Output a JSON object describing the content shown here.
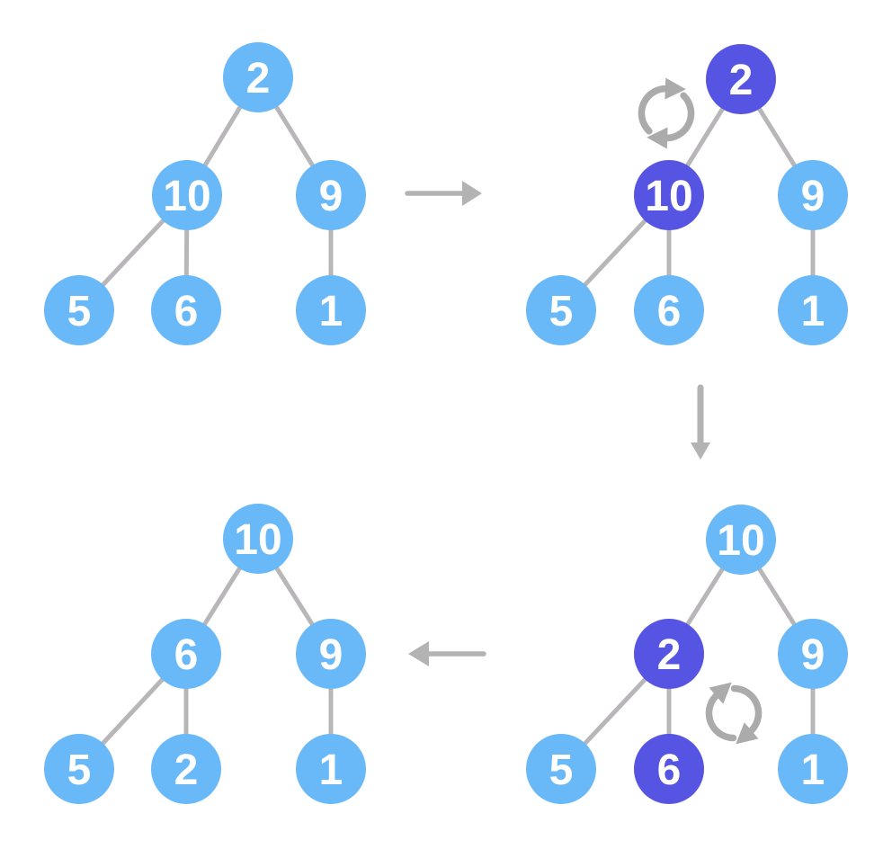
{
  "colors": {
    "node_default": "#69b8f8",
    "node_highlight": "#5554e3",
    "node_text": "#ffffff",
    "edge": "#b8b6b8",
    "flow_arrow": "#b3b3b3",
    "swap_icon": "#ababab"
  },
  "trees": [
    {
      "step": 1,
      "position": "top-left",
      "nodes": [
        {
          "value": "2",
          "highlighted": false
        },
        {
          "value": "10",
          "highlighted": false
        },
        {
          "value": "9",
          "highlighted": false
        },
        {
          "value": "5",
          "highlighted": false
        },
        {
          "value": "6",
          "highlighted": false
        },
        {
          "value": "1",
          "highlighted": false
        }
      ]
    },
    {
      "step": 2,
      "position": "top-right",
      "swap": [
        "2",
        "10"
      ],
      "nodes": [
        {
          "value": "2",
          "highlighted": true
        },
        {
          "value": "10",
          "highlighted": true
        },
        {
          "value": "9",
          "highlighted": false
        },
        {
          "value": "5",
          "highlighted": false
        },
        {
          "value": "6",
          "highlighted": false
        },
        {
          "value": "1",
          "highlighted": false
        }
      ]
    },
    {
      "step": 3,
      "position": "bottom-right",
      "swap": [
        "2",
        "6"
      ],
      "nodes": [
        {
          "value": "10",
          "highlighted": false
        },
        {
          "value": "2",
          "highlighted": true
        },
        {
          "value": "9",
          "highlighted": false
        },
        {
          "value": "5",
          "highlighted": false
        },
        {
          "value": "6",
          "highlighted": true
        },
        {
          "value": "1",
          "highlighted": false
        }
      ]
    },
    {
      "step": 4,
      "position": "bottom-left",
      "nodes": [
        {
          "value": "10",
          "highlighted": false
        },
        {
          "value": "6",
          "highlighted": false
        },
        {
          "value": "9",
          "highlighted": false
        },
        {
          "value": "5",
          "highlighted": false
        },
        {
          "value": "2",
          "highlighted": false
        },
        {
          "value": "1",
          "highlighted": false
        }
      ]
    }
  ],
  "flow_arrows": [
    {
      "direction": "right",
      "from_step": 1,
      "to_step": 2
    },
    {
      "direction": "down",
      "from_step": 2,
      "to_step": 3
    },
    {
      "direction": "left",
      "from_step": 3,
      "to_step": 4
    }
  ]
}
